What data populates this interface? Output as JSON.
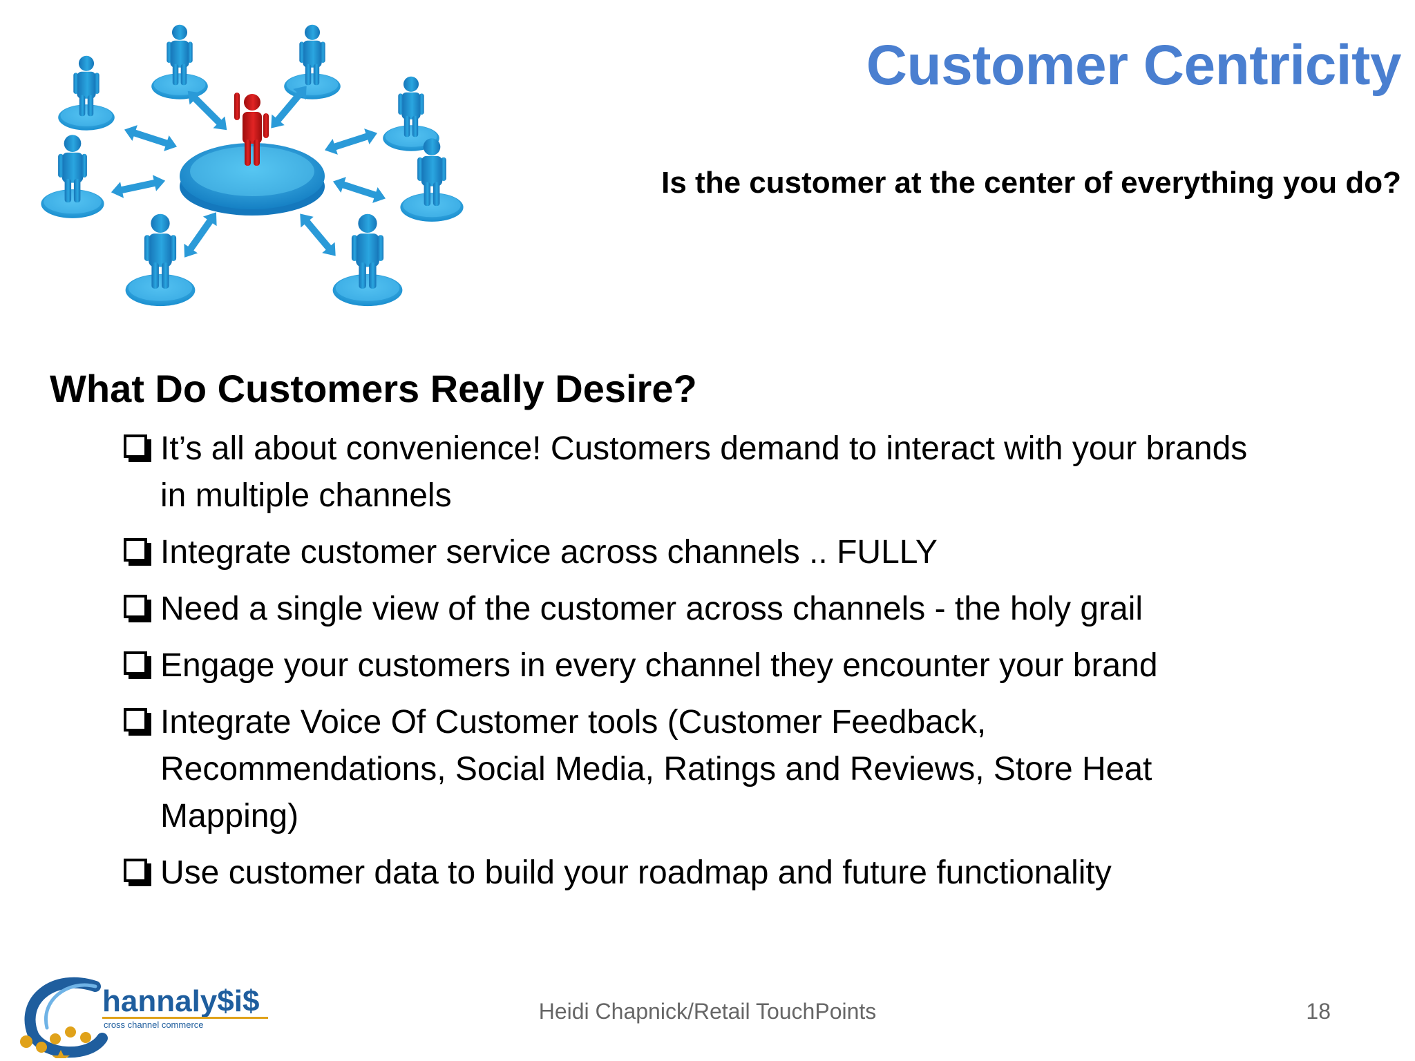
{
  "slide": {
    "title": "Customer Centricity",
    "subtitle": "Is the customer at the center of everything you do?",
    "heading": "What Do Customers Really Desire?",
    "bullets": [
      "It’s all about convenience!  Customers demand to interact with your brands in multiple channels",
      "Integrate customer service across channels .. FULLY",
      "Need a single view of the customer across channels - the holy grail",
      "Engage your customers in every channel they encounter your brand",
      "Integrate Voice Of Customer tools (Customer Feedback, Recommendations, Social Media, Ratings and Reviews, Store Heat Mapping)",
      "Use customer data to build your roadmap and future functionality"
    ],
    "bullet_icon": "checkbox-square-icon"
  },
  "footer": {
    "center_text": "Heidi Chapnick/Retail TouchPoints",
    "page_number": "18",
    "logo": {
      "name": "hannaly$i$",
      "tagline": "cross channel commerce",
      "icon": "channalysis-logo"
    }
  },
  "graphic": {
    "icon": "customer-network-illustration"
  },
  "colors": {
    "title": "#4a7fd0",
    "figure_blue": "#1e9ad6",
    "figure_red": "#d01818"
  }
}
